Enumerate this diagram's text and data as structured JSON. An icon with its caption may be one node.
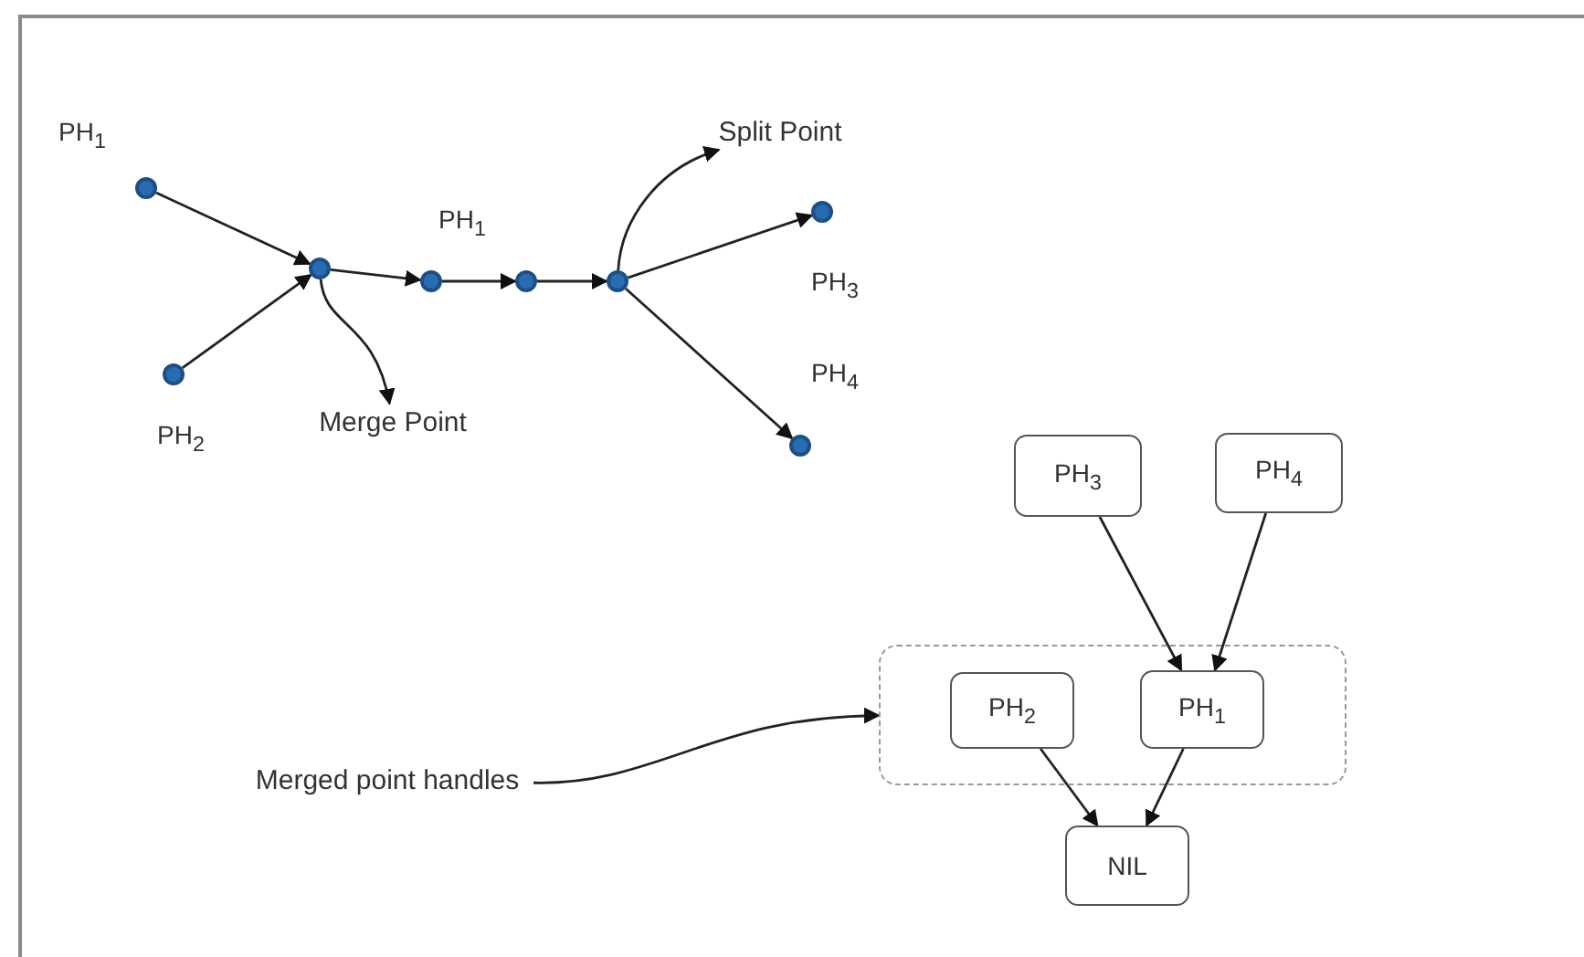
{
  "diagram": {
    "nodes": [
      {
        "text": [],
        "shape": "circle",
        "beside": [
          "PH$_{1}$"
        ]
      },
      {
        "text": [],
        "shape": "circle",
        "beside": [
          "PH$_{2}$"
        ]
      },
      {
        "text": [],
        "shape": "circle"
      },
      {
        "text": [],
        "shape": "circle"
      },
      {
        "text": [],
        "shape": "circle"
      },
      {
        "text": [],
        "shape": "circle"
      },
      {
        "text": [],
        "shape": "circle",
        "beside": [
          "PH$_{3}$"
        ]
      },
      {
        "text": [],
        "shape": "circle",
        "beside": [
          "PH$_{4}$"
        ]
      },
      {
        "text": [
          "Split Point"
        ]
      },
      {
        "text": [
          "Merge Point"
        ]
      },
      {
        "text": [
          "PH$_{3}$"
        ]
      },
      {
        "text": [
          "PH$_{4}$"
        ]
      },
      {
        "text": [],
        "shape": "box"
      },
      {
        "text": [
          "PH$_{2}$"
        ],
        "in": 12
      },
      {
        "text": [
          "PH$_{1}$"
        ],
        "in": 12
      },
      {
        "text": [
          "NIL"
        ]
      },
      {
        "text": [
          "Merged point handles"
        ]
      }
    ],
    "edges": [
      {
        "from": 0,
        "to": 2,
        "arrow": "to"
      },
      {
        "from": 1,
        "to": 2,
        "arrow": "to"
      },
      {
        "from": 2,
        "to": 3,
        "arrow": "to"
      },
      {
        "from": 3,
        "to": 4,
        "arrow": "to"
      },
      {
        "from": 4,
        "to": 5,
        "arrow": "to"
      },
      {
        "from": 5,
        "to": 6,
        "arrow": "to"
      },
      {
        "from": 5,
        "to": 7,
        "arrow": "to"
      },
      {
        "from": 5,
        "to": 8,
        "arrow": "to"
      },
      {
        "from": 2,
        "to": 9,
        "arrow": "to"
      },
      {
        "from": 10,
        "to": 14,
        "arrow": "to"
      },
      {
        "from": 11,
        "to": 14,
        "arrow": "to"
      },
      {
        "from": 13,
        "to": 15,
        "arrow": "to"
      },
      {
        "from": 14,
        "to": 15,
        "arrow": "to"
      },
      {
        "from": 16,
        "to": 12,
        "arrow": "to"
      }
    ],
    "labels": [
      "PH$_{1}$"
    ]
  }
}
